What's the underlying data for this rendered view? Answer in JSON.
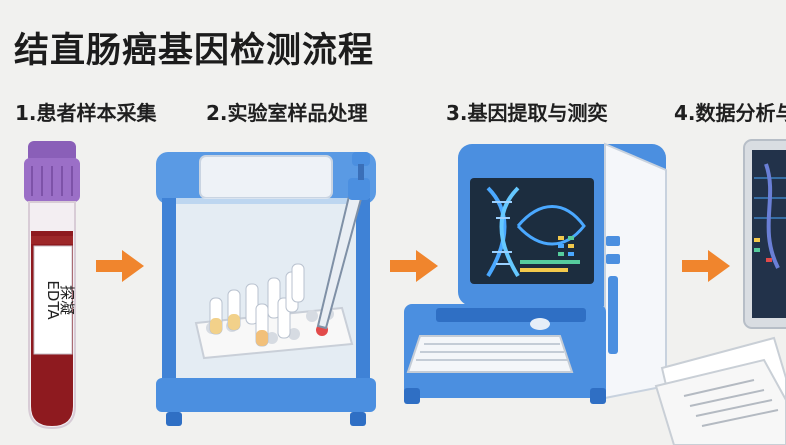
{
  "title": "结直肠癌基因检测流程",
  "steps": [
    {
      "label": "1.患者样本采集"
    },
    {
      "label": "2.实验室样品处理"
    },
    {
      "label": "3.基因提取与测奕"
    },
    {
      "label": "4.数据分析与"
    }
  ],
  "tube_label": {
    "line1": "EDTA",
    "line2": "探凝"
  },
  "colors": {
    "arrow": "#f0852d",
    "device_blue": "#4b8fe0",
    "device_dark": "#2f6fc4",
    "tube_cap": "#9b6fc7",
    "blood": "#8e1a1f"
  }
}
